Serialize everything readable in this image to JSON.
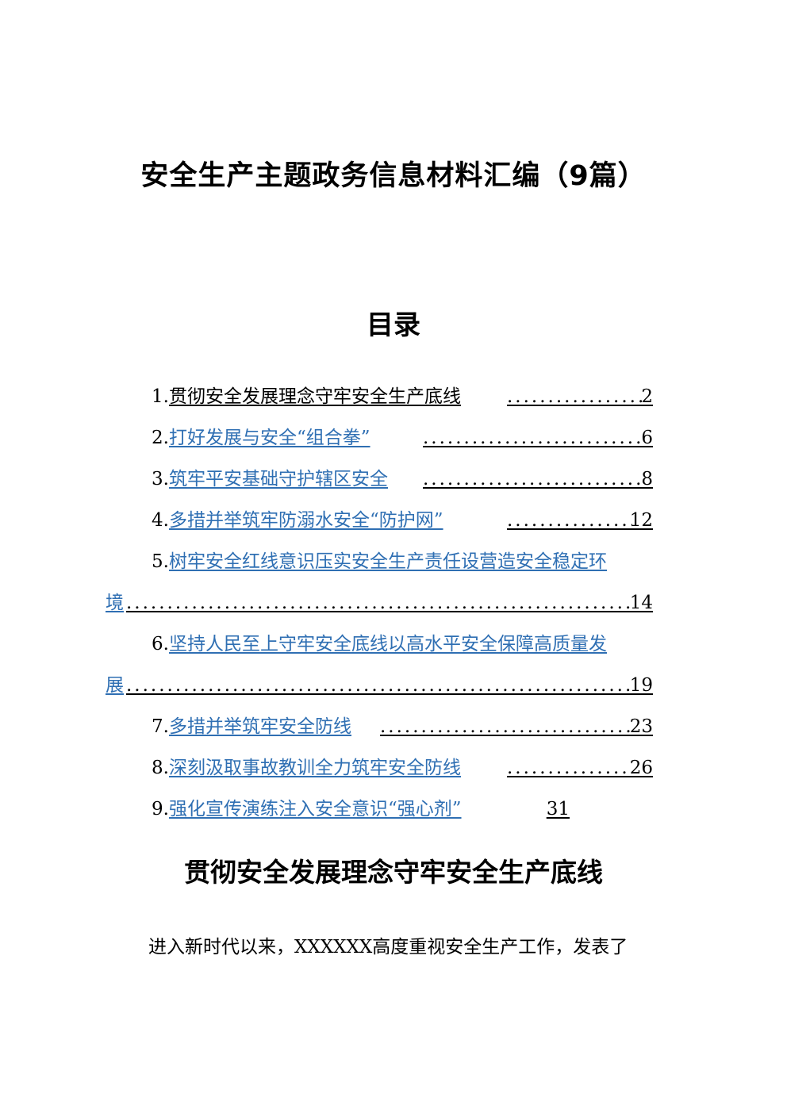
{
  "document": {
    "title": "安全生产主题政务信息材料汇编（9篇）"
  },
  "toc": {
    "heading": "目录",
    "entries": [
      {
        "num": "1.",
        "text": "贯彻安全发展理念守牢安全生产底线",
        "page": "2"
      },
      {
        "num": "2.",
        "text": "打好发展与安全“组合拳”",
        "page": "6"
      },
      {
        "num": "3.",
        "text": "筑牢平安基础守护辖区安全",
        "page": "8"
      },
      {
        "num": "4.",
        "text": "多措并举筑牢防溺水安全“防护网”",
        "page": "12"
      },
      {
        "num": "5.",
        "text_line1": "树牢安全红线意识压实安全生产责任设营造安全稳定环",
        "text_line2": "境",
        "page": "14"
      },
      {
        "num": "6.",
        "text_line1": "坚持人民至上守牢安全底线以高水平安全保障高质量发",
        "text_line2": "展",
        "page": "19"
      },
      {
        "num": "7.",
        "text": "多措并举筑牢安全防线",
        "page": "23"
      },
      {
        "num": "8.",
        "text": "深刻汲取事故教训全力筑牢安全防线",
        "page": "26"
      },
      {
        "num": "9.",
        "text": "强化宣传演练注入安全意识“强心剂”",
        "page": "31"
      }
    ]
  },
  "section": {
    "heading": "贯彻安全发展理念守牢安全生产底线",
    "first_paragraph": "进入新时代以来，XXXXXX高度重视安全生产工作，发表了"
  },
  "colors": {
    "link": "#2f6fb3",
    "text": "#000000",
    "background": "#ffffff"
  }
}
